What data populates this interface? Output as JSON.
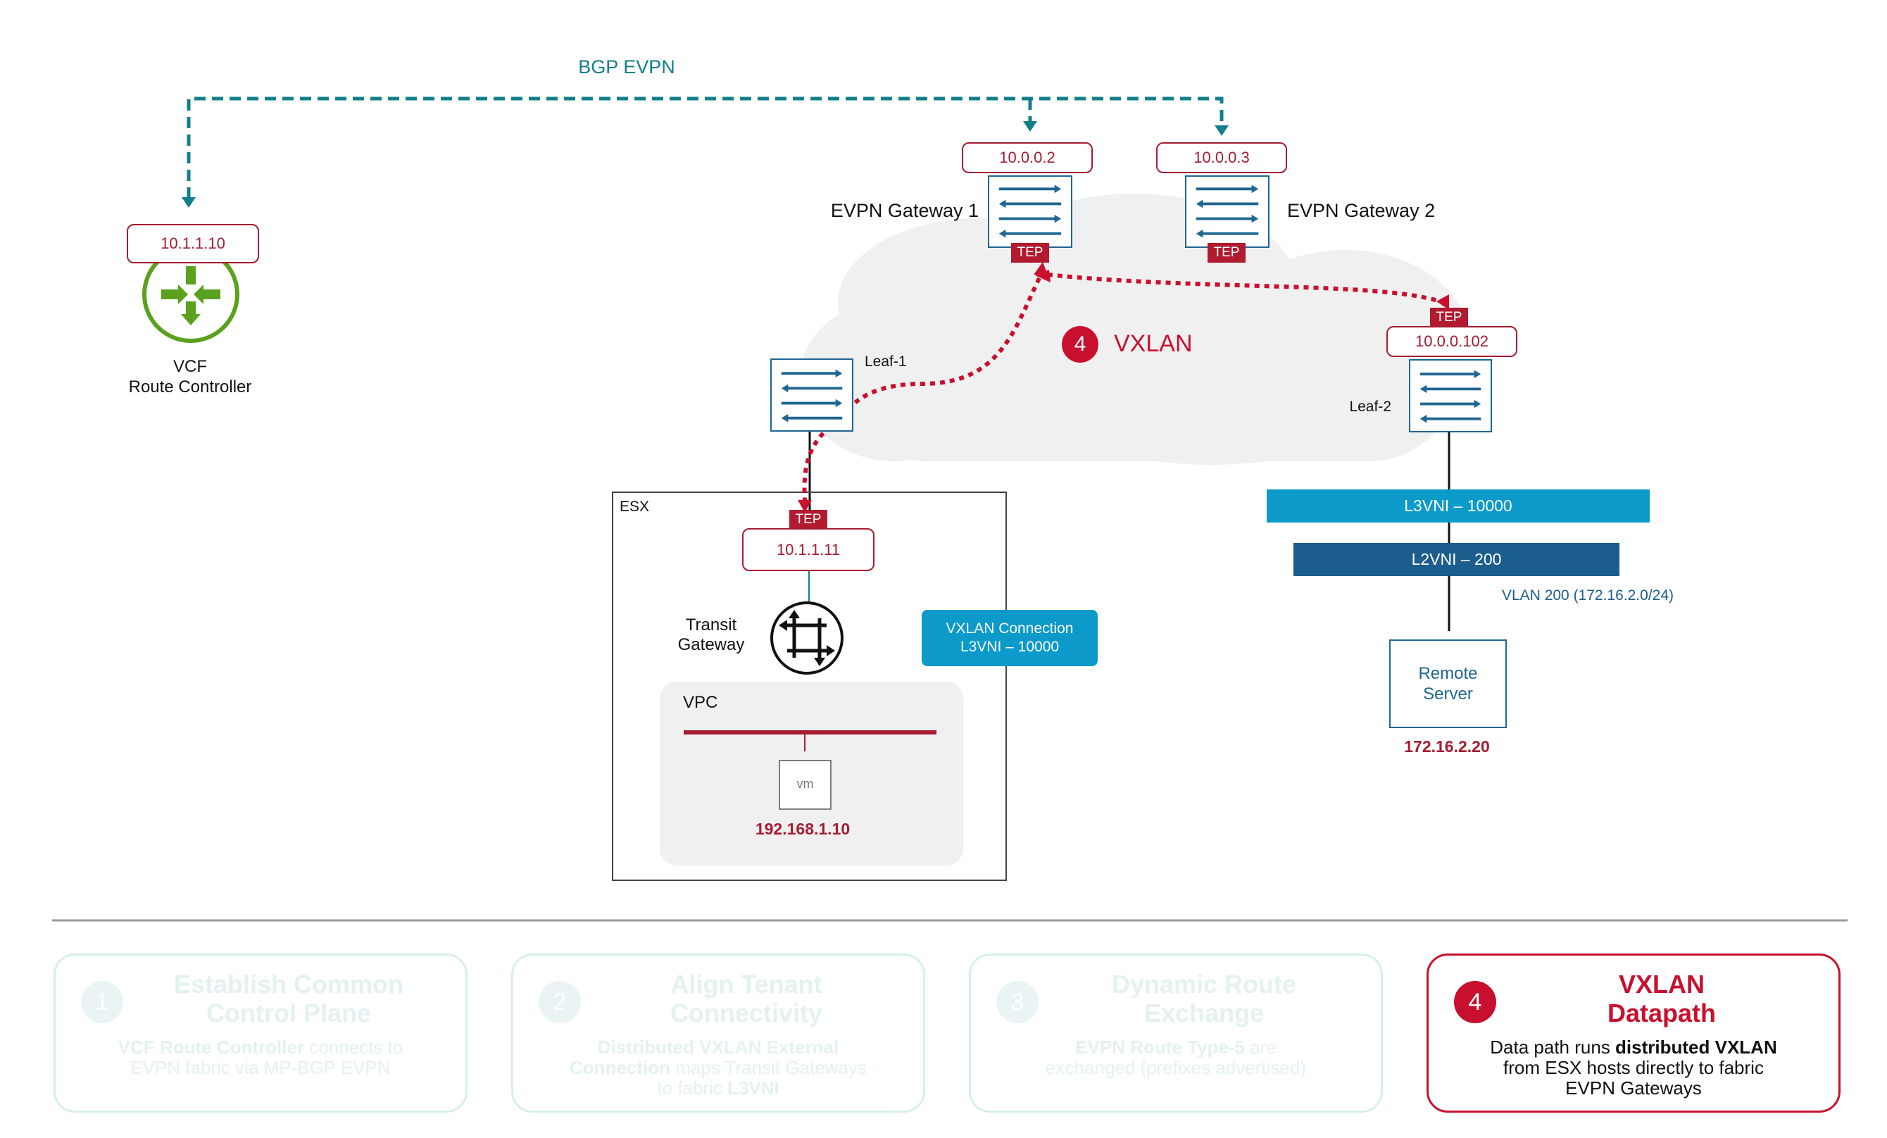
{
  "bgp_label": "BGP EVPN",
  "route_controller": {
    "ip": "10.1.1.10",
    "name_line1": "VCF",
    "name_line2": "Route Controller"
  },
  "gateway1": {
    "ip": "10.0.0.2",
    "label": "EVPN Gateway 1",
    "tep": "TEP"
  },
  "gateway2": {
    "ip": "10.0.0.3",
    "label": "EVPN Gateway 2",
    "tep": "TEP"
  },
  "leaf1": {
    "label": "Leaf-1"
  },
  "leaf2": {
    "label": "Leaf-2",
    "ip": "10.0.0.102",
    "tep": "TEP"
  },
  "vxlan": {
    "step": "4",
    "label": "VXLAN"
  },
  "esx": {
    "label": "ESX",
    "tep": "TEP",
    "ip": "10.1.1.11",
    "transit_line1": "Transit",
    "transit_line2": "Gateway",
    "vpc_label": "VPC",
    "vm_label": "vm",
    "vm_ip": "192.168.1.10"
  },
  "vxlan_connection": {
    "line1": "VXLAN Connection",
    "line2": "L3VNI – 10000"
  },
  "l3vni": "L3VNI – 10000",
  "l2vni": "L2VNI – 200",
  "vlan": "VLAN 200 (172.16.2.0/24)",
  "remote_server": {
    "line1": "Remote",
    "line2": "Server",
    "ip": "172.16.2.20"
  },
  "colors": {
    "brand_red": "#c8102e",
    "teal": "#137f8a",
    "l3vni_blue": "#0b9ac9",
    "l2vni_blue": "#1b5d8c",
    "switch_blue": "#1f6691",
    "router_green": "#5aa21d"
  },
  "steps": [
    {
      "num": "1",
      "title_line1": "Establish Common",
      "title_line2": "Control Plane",
      "desc": [
        {
          "b": "VCF Route Controller",
          "t": " connects to"
        },
        {
          "b": "",
          "t": "EVPN fabric via MP-BGP EVPN"
        },
        {
          "b": "",
          "t": ""
        }
      ]
    },
    {
      "num": "2",
      "title_line1": "Align Tenant",
      "title_line2": "Connectivity",
      "desc": [
        {
          "b": "Distributed VXLAN External",
          "t": ""
        },
        {
          "b": "Connection",
          "t": " maps Transit Gateways"
        },
        {
          "b": "",
          "t": "to fabric ",
          "b2": "L3VNI"
        }
      ]
    },
    {
      "num": "3",
      "title_line1": "Dynamic Route",
      "title_line2": "Exchange",
      "desc": [
        {
          "b": "EVPN Route Type-5",
          "t": " are"
        },
        {
          "b": "",
          "t": "exchanged (prefixes advertised)"
        },
        {
          "b": "",
          "t": ""
        }
      ]
    },
    {
      "num": "4",
      "title_line1": "VXLAN",
      "title_line2": "Datapath",
      "desc": [
        {
          "b": "",
          "t": "Data path runs ",
          "b2": "distributed VXLAN"
        },
        {
          "b": "",
          "t": "from ESX hosts directly to fabric"
        },
        {
          "b": "",
          "t": "EVPN Gateways"
        }
      ]
    }
  ]
}
